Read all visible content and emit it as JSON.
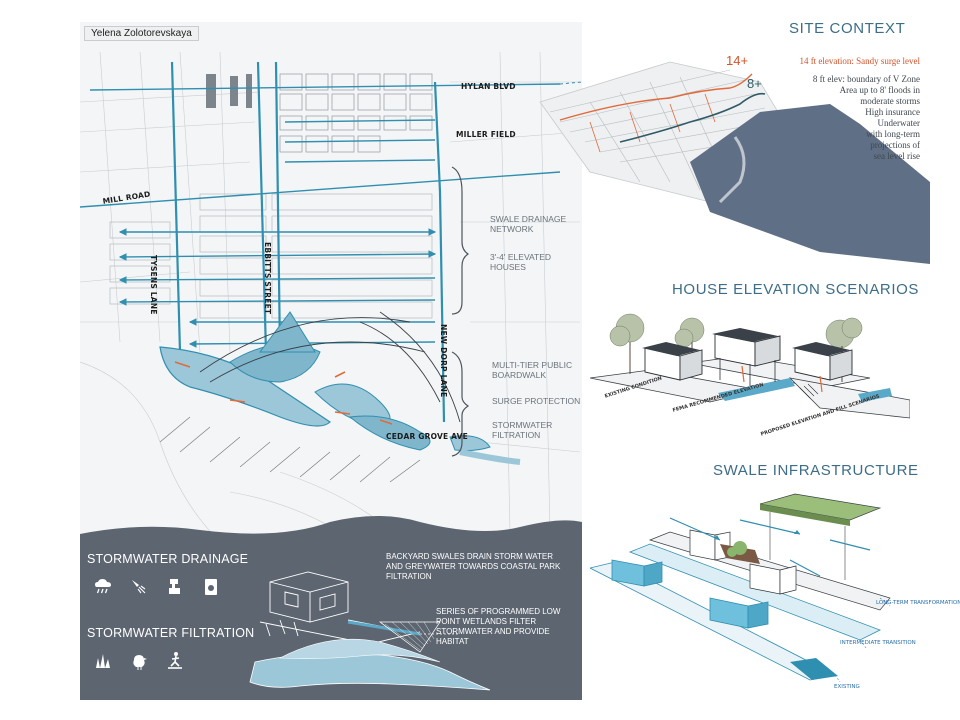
{
  "author": "Yelena Zolotorevskaya",
  "map": {
    "streets": {
      "hylan": "HYLAN BLVD",
      "miller": "MILLER FIELD",
      "mill": "MILL ROAD",
      "tysens": "TYSENS LANE",
      "ebbitts": "EBBITTS STREET",
      "new_dorp": "NEW DORP LANE",
      "cedar_grove": "CEDAR GROVE AVE"
    },
    "callouts": {
      "swale": "SWALE DRAINAGE NETWORK",
      "elevated": "3'-4' ELEVATED HOUSES",
      "boardwalk": "MULTI-TIER PUBLIC BOARDWALK",
      "surge": "SURGE PROTECTION",
      "filtration": "STORMWATER FILTRATION"
    },
    "colors": {
      "water": "#2f8fb0",
      "accent": "#e26a3a",
      "band": "#5d6570"
    }
  },
  "legend": {
    "drainage_title": "STORMWATER DRAINAGE",
    "drainage_note": "BACKYARD SWALES DRAIN STORM WATER AND GREYWATER TOWARDS COASTAL PARK FILTRATION",
    "filtration_title": "STORMWATER FILTRATION",
    "filtration_note": "SERIES OF PROGRAMMED LOW POINT WETLANDS FILTER STORMWATER AND PROVIDE HABITAT",
    "drainage_icons": [
      "rain-cloud-icon",
      "shower-icon",
      "faucet-icon",
      "washer-icon"
    ],
    "filtration_icons": [
      "grass-icon",
      "bird-icon",
      "skateboarder-icon"
    ]
  },
  "site_context": {
    "title": "SITE CONTEXT",
    "elev_14": "14+",
    "elev_8": "8+",
    "surge_line": "14 ft elevation: Sandy surge level",
    "vzone_lines": [
      "8 ft elev: boundary of V Zone",
      "Area up to 8' floods in",
      "moderate storms",
      "High insurance",
      "Underwater",
      "with long-term",
      "projections of",
      "sea level rise"
    ]
  },
  "house_elevation": {
    "title": "HOUSE ELEVATION SCENARIOS",
    "labels": [
      "EXISTING CONDITION",
      "FEMA RECOMMENDED ELEVATION",
      "PROPOSED ELEVATION AND FILL SCENARIOS"
    ]
  },
  "swale_infra": {
    "title": "SWALE INFRASTRUCTURE",
    "labels": [
      "LONG-TERM TRANSFORMATION",
      "INTERMEDIATE TRANSITION",
      "EXISTING"
    ]
  }
}
